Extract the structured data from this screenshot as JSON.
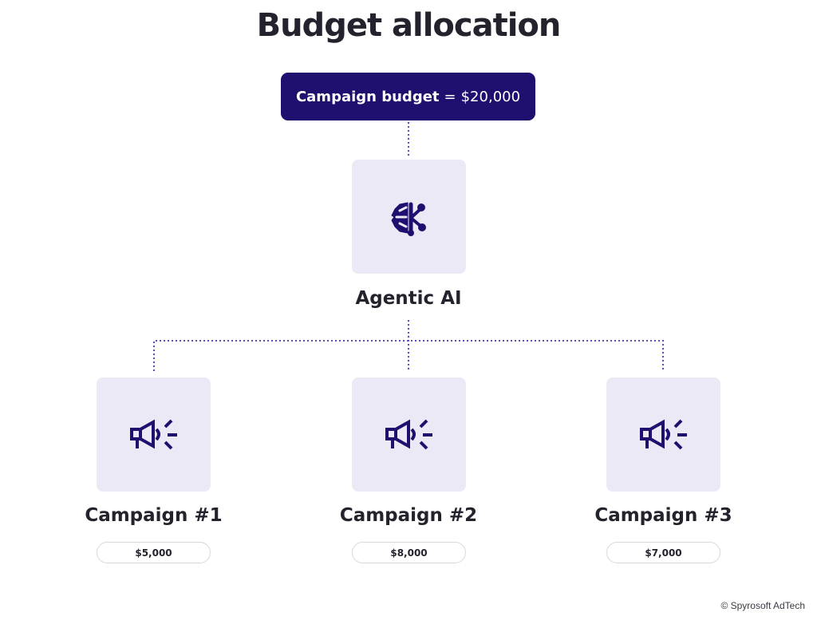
{
  "title": "Budget allocation",
  "budget": {
    "label": "Campaign budget",
    "operator": "=",
    "amount": "$20,000"
  },
  "agent": {
    "label": "Agentic AI",
    "icon": "ai-brain-icon"
  },
  "campaigns": [
    {
      "label": "Campaign #1",
      "amount": "$5,000",
      "icon": "megaphone-icon"
    },
    {
      "label": "Campaign #2",
      "amount": "$8,000",
      "icon": "megaphone-icon"
    },
    {
      "label": "Campaign #3",
      "amount": "$7,000",
      "icon": "megaphone-icon"
    }
  ],
  "credit": "© Spyrosoft AdTech",
  "colors": {
    "primary": "#1f0f6e",
    "tile_bg": "#ebe9f5",
    "connector": "#5b4fb5",
    "text": "#24232d"
  }
}
